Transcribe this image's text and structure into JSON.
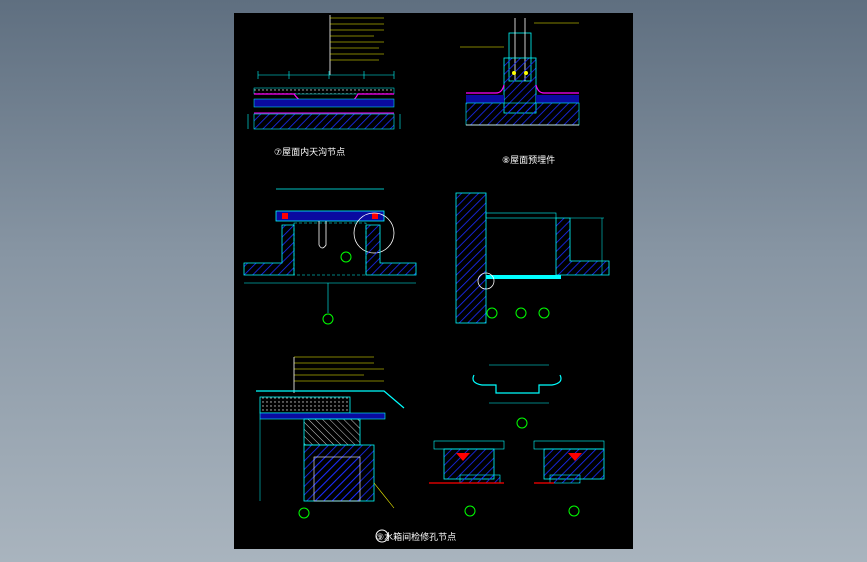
{
  "captions": {
    "detail7": "⑦屋面内天沟节点",
    "detail8": "⑧屋面预埋件",
    "detail9": "⑨水箱间检修孔节点"
  },
  "colors": {
    "background": "#000000",
    "hatch": "#0000ff",
    "structure": "#00ffff",
    "annotation": "#ffff00",
    "caption": "#ffffff",
    "accent": "#ff0000",
    "membrane": "#ff00ff"
  }
}
